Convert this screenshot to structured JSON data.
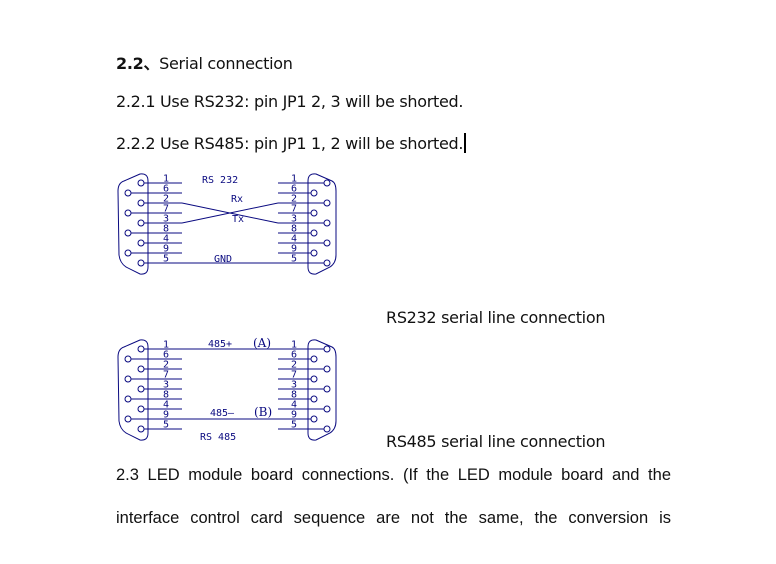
{
  "document": {
    "section_heading": {
      "number": "2.2、",
      "title": "Serial connection"
    },
    "lines": [
      "2.2.1 Use RS232: pin JP1 2, 3 will be shorted.",
      "2.2.2 Use RS485: pin JP1 1, 2 will be shorted."
    ],
    "captions": {
      "rs232": "RS232 serial line connection",
      "rs485": "RS485 serial line connection"
    },
    "paragraph": [
      "2.3 LED module board connections. (If the LED module board and the",
      "interface control card sequence are not the same, the conversion is"
    ]
  },
  "diagrams": {
    "line_color": "#0a0a80",
    "pin_order": [
      "1",
      "6",
      "2",
      "7",
      "3",
      "8",
      "4",
      "9",
      "5"
    ],
    "rs232": {
      "title": "RS 232",
      "rx_label": "Rx",
      "tx_label": "Tx",
      "gnd_label": "GND"
    },
    "rs485": {
      "title": "RS 485",
      "a_label": "485+",
      "a_suffix": "(A)",
      "b_label": "485–",
      "b_suffix": "(B)"
    }
  }
}
